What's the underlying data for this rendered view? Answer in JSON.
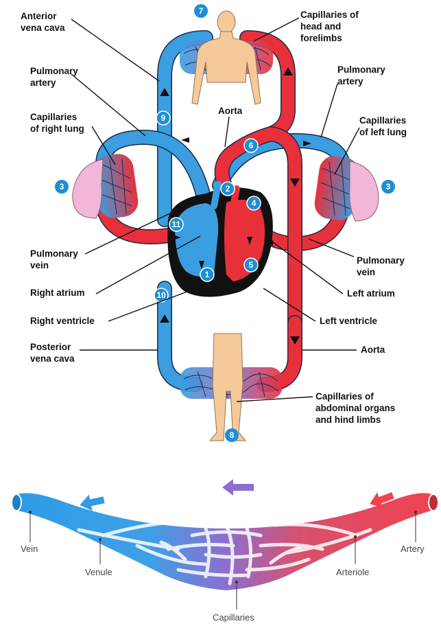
{
  "labels": {
    "anterior_vena_cava_1": "Anterior",
    "anterior_vena_cava_2": "vena cava",
    "capillaries_head_1": "Capillaries of",
    "capillaries_head_2": "head and",
    "capillaries_head_3": "forelimbs",
    "pulmonary_artery_left_1": "Pulmonary",
    "pulmonary_artery_left_2": "artery",
    "pulmonary_artery_right_1": "Pulmonary",
    "pulmonary_artery_right_2": "artery",
    "aorta_top": "Aorta",
    "capillaries_right_lung_1": "Capillaries",
    "capillaries_right_lung_2": "of right lung",
    "capillaries_left_lung_1": "Capillaries",
    "capillaries_left_lung_2": "of left lung",
    "pulmonary_vein_left_1": "Pulmonary",
    "pulmonary_vein_left_2": "vein",
    "pulmonary_vein_right_1": "Pulmonary",
    "pulmonary_vein_right_2": "vein",
    "right_atrium": "Right atrium",
    "left_atrium": "Left atrium",
    "right_ventricle": "Right ventricle",
    "left_ventricle": "Left ventricle",
    "posterior_vena_cava_1": "Posterior",
    "posterior_vena_cava_2": "vena cava",
    "aorta_bottom": "Aorta",
    "capillaries_abdominal_1": "Capillaries of",
    "capillaries_abdominal_2": "abdominal organs",
    "capillaries_abdominal_3": "and hind limbs"
  },
  "badges": {
    "b1": "1",
    "b2": "2",
    "b3_left": "3",
    "b3_right": "3",
    "b4": "4",
    "b5": "5",
    "b6": "6",
    "b7": "7",
    "b8": "8",
    "b9": "9",
    "b10": "10",
    "b11": "11"
  },
  "vessel_diagram": {
    "vein": "Vein",
    "venule": "Venule",
    "capillaries": "Capillaries",
    "arteriole": "Arteriole",
    "artery": "Artery"
  },
  "colors": {
    "vein_blue": "#3a9ee0",
    "artery_red": "#e8303a",
    "capillary_purple": "#8a6fc0",
    "heart_black": "#111111",
    "lung_pink": "#f2b6d6",
    "body_skin": "#f5c99a",
    "badge_blue": "#1c8fd6"
  }
}
